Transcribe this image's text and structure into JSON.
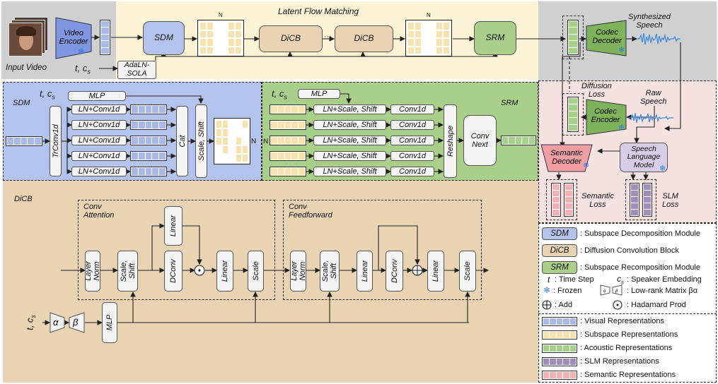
{
  "top": {
    "title": "Latent Flow Matching",
    "input_video": "Input Video",
    "video_encoder": "Video Encoder",
    "sdm": "SDM",
    "dicb1": "DiCB",
    "dicb2": "DiCB",
    "srm": "SRM",
    "ellipsis": "···",
    "n1": "N",
    "n2": "N",
    "t_cs": "t, c",
    "t_cs_sub": "s",
    "adaln": "AdaLN-\nSOLA",
    "synthesized_speech": "Synthesized\nSpeech",
    "codec_decoder": "Codec\nDecoder"
  },
  "sdm": {
    "title": "SDM",
    "t_cs": "t, c",
    "t_cs_sub": "s",
    "mlp": "MLP",
    "trconv": "TrConv1d",
    "rows": [
      "LN+Conv1d",
      "LN+Conv1d",
      "LN+Conv1d",
      "LN+Conv1d",
      "LN+Conv1d"
    ],
    "cat": "Cat",
    "scale_shift": "Scale, Shift",
    "n": "N"
  },
  "srm": {
    "title": "SRM",
    "t_cs": "t, c",
    "t_cs_sub": "s",
    "mlp": "MLP",
    "n": "N",
    "rows": [
      "LN+Scale, Shift",
      "LN+Scale, Shift",
      "LN+Scale, Shift",
      "LN+Scale, Shift",
      "LN+Scale, Shift"
    ],
    "conv_rows": [
      "Conv1d",
      "Conv1d",
      "Conv1d",
      "Conv1d",
      "Conv1d"
    ],
    "reshape": "Reshape",
    "convnext": "Conv\nNext"
  },
  "dicb": {
    "title": "DiCB",
    "conv_attention": "Conv\nAttention",
    "conv_feedforward": "Conv\nFeedforward",
    "layer_norm_1": "Layer\nNorm",
    "scale_shift_1": "Scale,\nShift",
    "linear_top": "Linear",
    "dconv_1": "DConv",
    "linear_1": "Linear",
    "scale_1": "Scale",
    "layer_norm_2": "Layer\nNorm",
    "scale_shift_2": "Scale,\nShift",
    "linear_2": "Linear",
    "dconv_2": "DConv",
    "linear_3": "Linear",
    "scale_2": "Scale",
    "t_cs": "t, c",
    "t_cs_sub": "s",
    "alpha": "α",
    "beta": "β",
    "mlp": "MLP"
  },
  "right": {
    "diffusion_loss": "Diffusion\nLoss",
    "raw_speech": "Raw\nSpeech",
    "codec_encoder": "Codec\nEncoder",
    "semantic_decoder": "Semantic\nDecoder",
    "slm": "Speech\nLanguage\nModel",
    "semantic_loss": "Semantic\nLoss",
    "slm_loss": "SLM\nLoss"
  },
  "legend": {
    "sdm_abbr": "SDM",
    "sdm_desc": ": Subspace Decomposition Module",
    "dicb_abbr": "DiCB",
    "dicb_desc": ": Diffusion Convolution Block",
    "srm_abbr": "SRM",
    "srm_desc": ": Subspace Recomposition Module",
    "t_sym": "t",
    "t_desc": ": Time Step",
    "cs_sym": "c",
    "cs_sub": "s",
    "cs_desc": ": Speaker Embedding",
    "frozen_desc": ": Frozen",
    "lowrank_desc": ": Low-rank Matrix βα",
    "add_desc": ": Add",
    "hadamard_desc": ": Hadamard Prod",
    "reps": [
      ": Visual Representations",
      ": Subspace Representations",
      ": Acoustic Representations",
      ": SLM Representations",
      ": Semantic Representations"
    ]
  },
  "colors": {
    "visual": "#a9b8e6",
    "subspace": "#f6e3b0",
    "acoustic": "#a8d08d",
    "slm": "#9e8fba",
    "semantic": "#f1b1b5",
    "sdm_panel": "#b4c3ec",
    "srm_panel": "#a9cf8b",
    "dicb_panel": "#e8d4b2",
    "top_panel": "#fdf4d6",
    "gray_panel": "#d0d0d0",
    "pink_panel": "#f7e2e2"
  }
}
